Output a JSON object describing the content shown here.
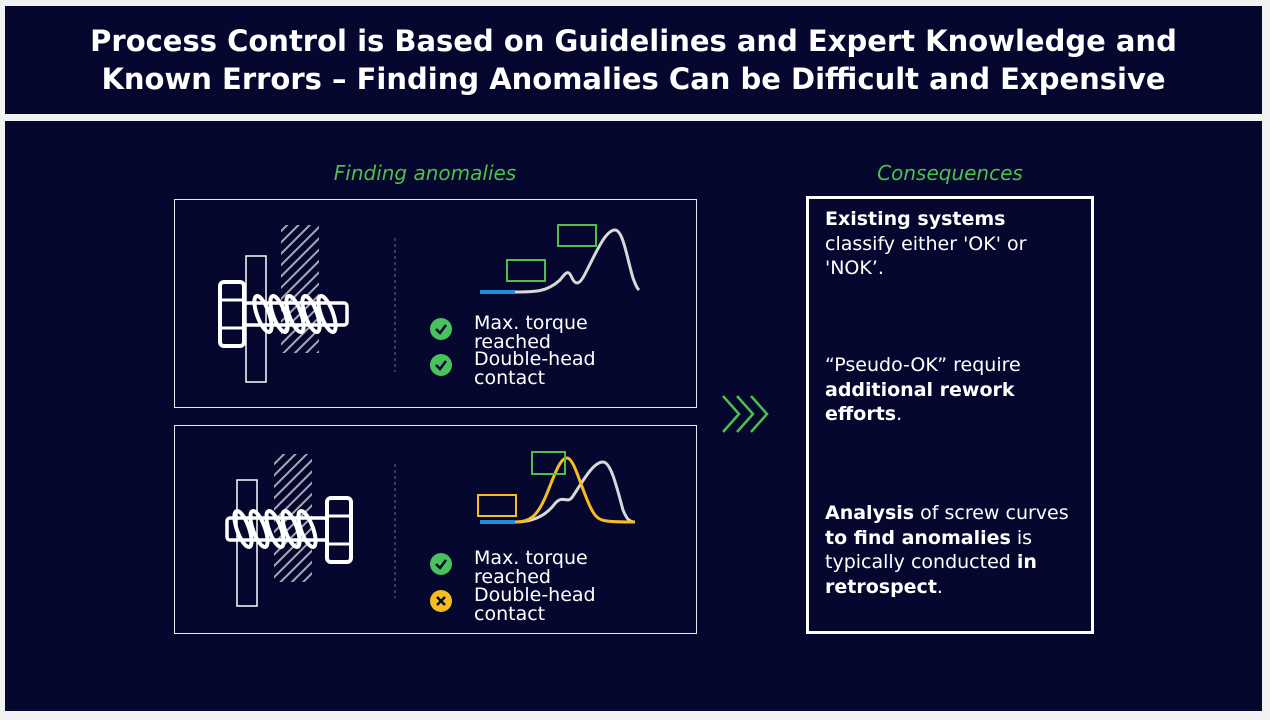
{
  "header": {
    "title_line1": "Process Control is Based on Guidelines and Expert Knowledge and",
    "title_line2": "Known Errors – Finding Anomalies Can be Difficult and Expensive"
  },
  "finding": {
    "label": "Finding anomalies",
    "panel_top": {
      "checks": [
        {
          "line1": "Max. torque",
          "line2": "reached",
          "status": "ok"
        },
        {
          "line1": "Double-head",
          "line2": "contact",
          "status": "ok"
        }
      ]
    },
    "panel_bottom": {
      "checks": [
        {
          "line1": "Max. torque",
          "line2": "reached",
          "status": "ok"
        },
        {
          "line1": "Double-head",
          "line2": "contact",
          "status": "fail"
        }
      ]
    }
  },
  "consequences": {
    "label": "Consequences",
    "item1": {
      "bold": "Existing systems",
      "rest": "classify either 'OK' or 'NOK’."
    },
    "item2": {
      "pre": "“Pseudo-OK” require",
      "bold": "additional rework efforts",
      "post": "."
    },
    "item3": {
      "b1": "Analysis",
      "t1": " of screw curves ",
      "b2": "to find anomalies",
      "t2": " is typically conducted ",
      "b3": "in retrospect",
      "t3": "."
    }
  },
  "colors": {
    "navy": "#05072f",
    "green": "#4cc04a",
    "ok": "#46c35a",
    "warn": "#f7bd1e",
    "curve": "#d9d9d9",
    "blue": "#1e8fd6"
  }
}
